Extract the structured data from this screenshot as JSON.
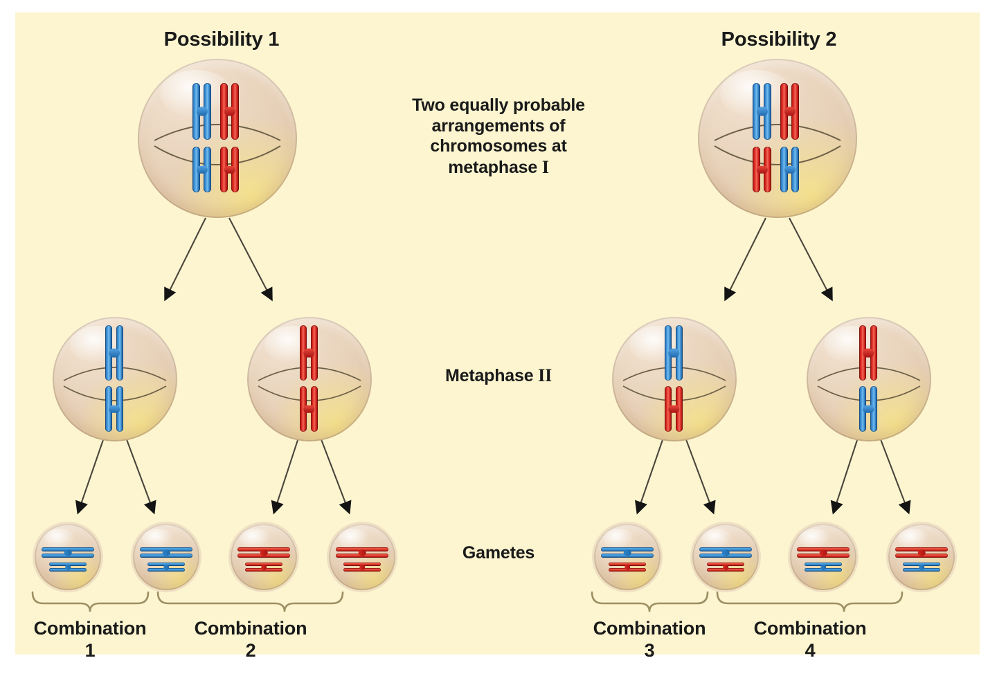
{
  "background": {
    "page": "#ffffff",
    "panel": "#FCF5D0"
  },
  "colors": {
    "maternal": "#2f85cc",
    "paternal": "#d62a1e",
    "cell": "#e6cfb6",
    "text": "#1a1a1a"
  },
  "headings": {
    "possibility_1": "Possibility 1",
    "possibility_2": "Possibility 2"
  },
  "annotations": {
    "metaphase_I_note_line1": "Two equally probable",
    "metaphase_I_note_line2": "arrangements of",
    "metaphase_I_note_line3": "chromosomes at",
    "metaphase_I_note_line4_word": "metaphase",
    "metaphase_I_note_line4_numeral": "I",
    "metaphase_II_word": "Metaphase",
    "metaphase_II_numeral": "II",
    "gametes": "Gametes"
  },
  "combinations": [
    {
      "word": "Combination",
      "number": "1"
    },
    {
      "word": "Combination",
      "number": "2"
    },
    {
      "word": "Combination",
      "number": "3"
    },
    {
      "word": "Combination",
      "number": "4"
    }
  ],
  "diagram": {
    "metaphase_I": [
      {
        "possibility": "Possibility 1",
        "top_pair": [
          "blue",
          "red"
        ],
        "bottom_pair": [
          "blue",
          "red"
        ]
      },
      {
        "possibility": "Possibility 2",
        "top_pair": [
          "blue",
          "red"
        ],
        "bottom_pair": [
          "red",
          "blue"
        ]
      }
    ],
    "metaphase_II": [
      {
        "from": "Possibility 1",
        "long_chromosome": "blue",
        "short_chromosome": "blue"
      },
      {
        "from": "Possibility 1",
        "long_chromosome": "red",
        "short_chromosome": "red"
      },
      {
        "from": "Possibility 2",
        "long_chromosome": "blue",
        "short_chromosome": "red"
      },
      {
        "from": "Possibility 2",
        "long_chromosome": "red",
        "short_chromosome": "blue"
      }
    ],
    "gametes": [
      {
        "combination": "1",
        "long_chromosome": "blue",
        "short_chromosome": "blue"
      },
      {
        "combination": "1",
        "long_chromosome": "blue",
        "short_chromosome": "blue"
      },
      {
        "combination": "2",
        "long_chromosome": "red",
        "short_chromosome": "red"
      },
      {
        "combination": "2",
        "long_chromosome": "red",
        "short_chromosome": "red"
      },
      {
        "combination": "3",
        "long_chromosome": "blue",
        "short_chromosome": "red"
      },
      {
        "combination": "3",
        "long_chromosome": "blue",
        "short_chromosome": "red"
      },
      {
        "combination": "4",
        "long_chromosome": "red",
        "short_chromosome": "blue"
      },
      {
        "combination": "4",
        "long_chromosome": "red",
        "short_chromosome": "blue"
      }
    ]
  }
}
